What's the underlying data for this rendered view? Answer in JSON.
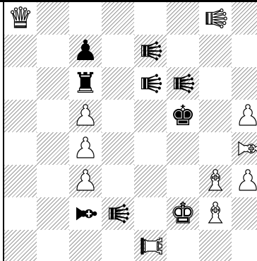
{
  "board": {
    "files": [
      "a",
      "b",
      "c",
      "d",
      "e",
      "f",
      "g",
      "h"
    ],
    "ranks": [
      8,
      7,
      6,
      5,
      4,
      3,
      2,
      1
    ],
    "pieces": [
      {
        "square": "a8",
        "color": "white",
        "type": "queen",
        "glyph": "♛"
      },
      {
        "square": "g8",
        "color": "white",
        "type": "queen",
        "glyph": "♛",
        "rotated": true
      },
      {
        "square": "c7",
        "color": "black",
        "type": "pawn",
        "glyph": "♟"
      },
      {
        "square": "e7",
        "color": "black",
        "type": "queen",
        "glyph": "♛",
        "rotated": true
      },
      {
        "square": "c6",
        "color": "black",
        "type": "rook",
        "glyph": "♜"
      },
      {
        "square": "e6",
        "color": "black",
        "type": "queen",
        "glyph": "♛",
        "rotated": true
      },
      {
        "square": "f6",
        "color": "black",
        "type": "queen",
        "glyph": "♛",
        "rotated": true
      },
      {
        "square": "c5",
        "color": "white",
        "type": "pawn",
        "glyph": "♟"
      },
      {
        "square": "f5",
        "color": "black",
        "type": "king",
        "glyph": "♚"
      },
      {
        "square": "h5",
        "color": "white",
        "type": "pawn",
        "glyph": "♟"
      },
      {
        "square": "c4",
        "color": "white",
        "type": "pawn",
        "glyph": "♟"
      },
      {
        "square": "h4",
        "color": "white",
        "type": "bishop",
        "glyph": "♝",
        "rotated": true
      },
      {
        "square": "c3",
        "color": "white",
        "type": "pawn",
        "glyph": "♟"
      },
      {
        "square": "g3",
        "color": "white",
        "type": "bishop",
        "glyph": "♝"
      },
      {
        "square": "h3",
        "color": "white",
        "type": "pawn",
        "glyph": "♟"
      },
      {
        "square": "c2",
        "color": "black",
        "type": "bishop",
        "glyph": "♝",
        "rotated": true
      },
      {
        "square": "d2",
        "color": "black",
        "type": "queen",
        "glyph": "♛",
        "rotated": true
      },
      {
        "square": "f2",
        "color": "white",
        "type": "king",
        "glyph": "♚"
      },
      {
        "square": "g2",
        "color": "white",
        "type": "bishop",
        "glyph": "♝"
      },
      {
        "square": "e1",
        "color": "white",
        "type": "rook",
        "glyph": "♜",
        "rotated": true
      }
    ]
  }
}
